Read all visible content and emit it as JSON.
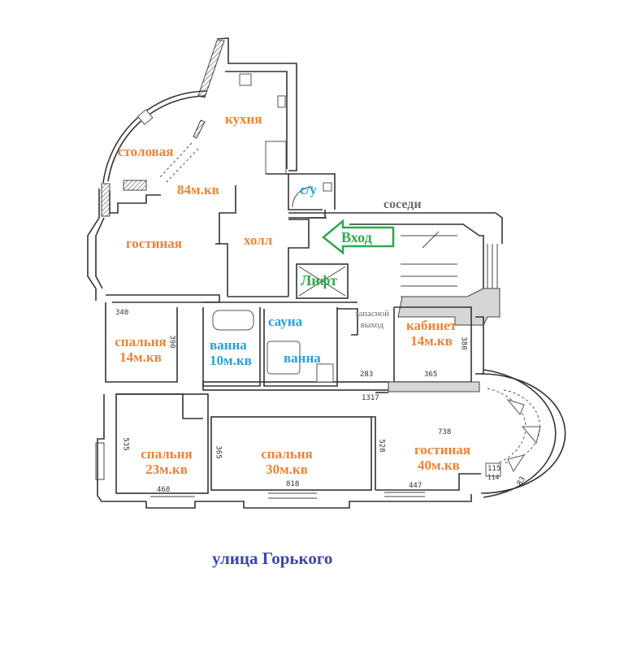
{
  "rooms": {
    "kitchen": {
      "name": "кухня"
    },
    "dining": {
      "name": "столовая"
    },
    "living_main": {
      "name": "гостиная",
      "area": "84м.кв"
    },
    "hall": {
      "name": "холл"
    },
    "wc": {
      "name": "с/у"
    },
    "neighbors": {
      "name": "соседи"
    },
    "entrance": {
      "name": "Вход"
    },
    "elevator": {
      "name": "Лифт"
    },
    "bedroom_1": {
      "name": "спальня",
      "area": "14м.кв"
    },
    "bath_1": {
      "name": "ванна",
      "area": "10м.кв"
    },
    "sauna": {
      "name": "сауна"
    },
    "bath_2": {
      "name": "ванна"
    },
    "emergency_exit": {
      "line1": "запасной",
      "line2": "выход"
    },
    "study": {
      "name": "кабинет",
      "area": "14м.кв"
    },
    "bedroom_2": {
      "name": "спальня",
      "area": "23м.кв"
    },
    "bedroom_3": {
      "name": "спальня",
      "area": "30м.кв"
    },
    "living_2": {
      "name": "гостиная",
      "area": "40м.кв"
    }
  },
  "dimensions": {
    "bedroom_1_width": "340",
    "bedroom_1_depth": "390",
    "study_depth": "380",
    "study_width": "365",
    "corridor_283": "283",
    "corridor_1317": "1317",
    "bedroom_2_depth": "535",
    "bedroom_2_width": "460",
    "bedroom_3_depth": "365",
    "bedroom_3_width": "818",
    "living_2_depth": "528",
    "living_2_length": "738",
    "living_2_width": "447",
    "bay_115": "115",
    "bay_114": "114",
    "bay_83": "83"
  },
  "street": "улица Горького",
  "colors": {
    "room_label": "#e8843a",
    "wet_label": "#2a9fd6",
    "access_label": "#2fa84f",
    "street_label": "#3b46a8",
    "wall": "#333333"
  }
}
